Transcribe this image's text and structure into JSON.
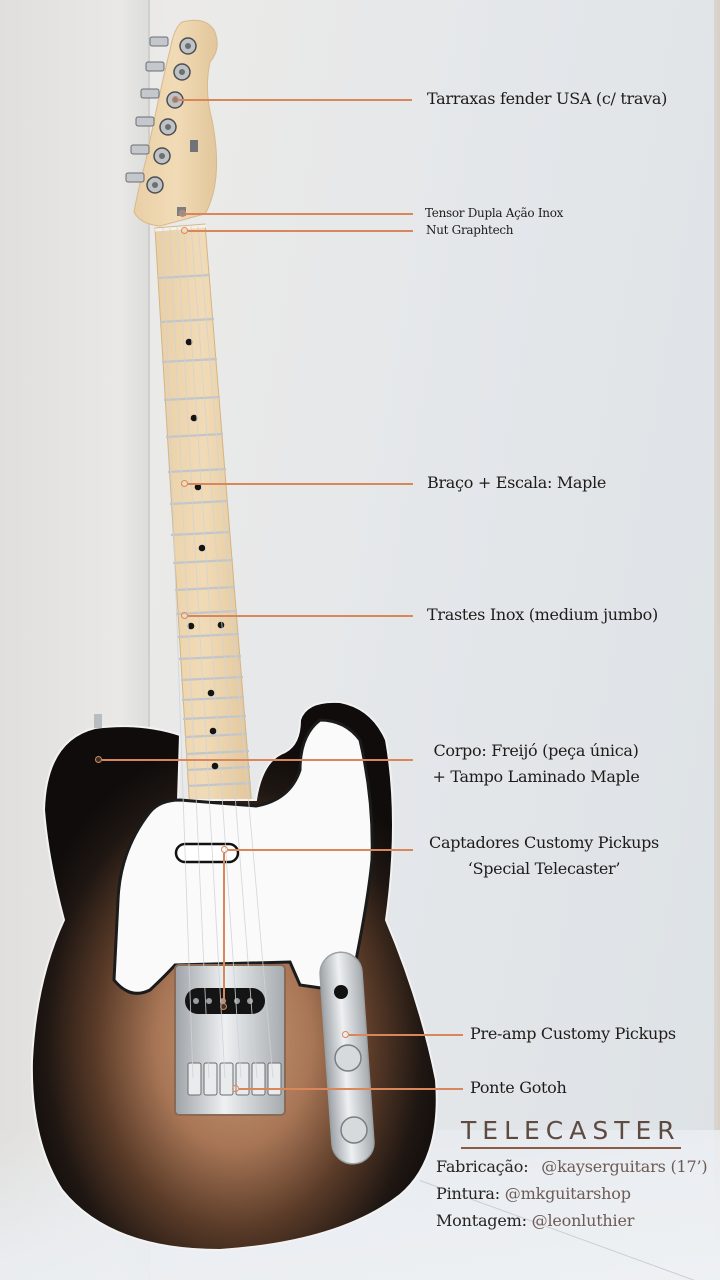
{
  "annotations": [
    {
      "id": "tuners",
      "label": "Tarraxas fender USA (c/ trava)"
    },
    {
      "id": "truss_rod",
      "label": "Tensor Dupla Ação Inox"
    },
    {
      "id": "nut",
      "label": "Nut Graphtech"
    },
    {
      "id": "neck",
      "label": "Braço + Escala: Maple"
    },
    {
      "id": "frets",
      "label": "Trastes Inox (medium jumbo)"
    },
    {
      "id": "body",
      "label_line1": "Corpo: Freijó (peça única)",
      "label_line2": "+ Tampo Laminado Maple"
    },
    {
      "id": "pickups",
      "label_line1": "Captadores Customy Pickups",
      "label_line2": "‘Special Telecaster’"
    },
    {
      "id": "preamp",
      "label": "Pre-amp Customy Pickups"
    },
    {
      "id": "bridge",
      "label": "Ponte Gotoh"
    }
  ],
  "credits": {
    "title": "TELECASTER",
    "rows": [
      {
        "key": "Fabricação:",
        "value": "@kayserguitars (17’)"
      },
      {
        "key": "Pintura:",
        "value": "@mkguitarshop"
      },
      {
        "key": "Montagem:",
        "value": "@leonluthier"
      }
    ]
  },
  "colors": {
    "leader_line": "#d9875a",
    "title": "#5e4a40",
    "text": "#1e1c1a",
    "background": "#e4e7ea"
  }
}
